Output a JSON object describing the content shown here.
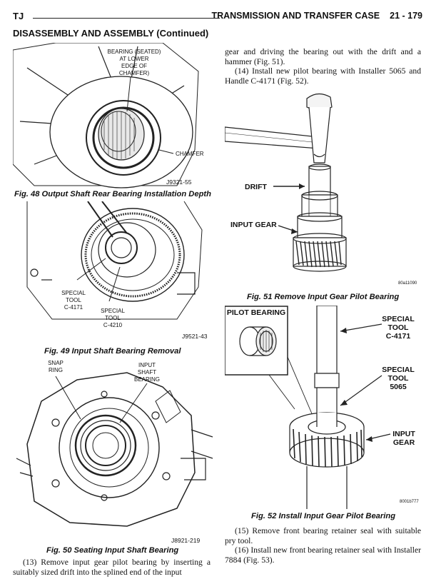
{
  "header": {
    "left": "TJ",
    "title": "TRANSMISSION AND TRANSFER CASE",
    "page": "21 - 179"
  },
  "section_title": "DISASSEMBLY AND ASSEMBLY (Continued)",
  "figures": {
    "fig48": {
      "caption": "Fig. 48 Output Shaft Rear Bearing Installation Depth",
      "label_bearing": [
        "BEARING (SEATED)",
        "AT LOWER",
        "EDGE OF",
        "CHAMFER)"
      ],
      "label_chamfer": "CHAMFER",
      "code": "J9321-55"
    },
    "fig49": {
      "caption": "Fig. 49 Input Shaft Bearing Removal",
      "label_tool1": [
        "SPECIAL",
        "TOOL",
        "C-4171"
      ],
      "label_tool2": [
        "SPECIAL",
        "TOOL",
        "C-4210"
      ],
      "code": "J9521-43"
    },
    "fig50": {
      "caption": "Fig. 50 Seating Input Shaft Bearing",
      "label_snap": [
        "SNAP",
        "RING"
      ],
      "label_input": [
        "INPUT",
        "SHAFT",
        "BEARING"
      ],
      "code": "J8921-219"
    },
    "fig51": {
      "caption": "Fig. 51 Remove Input Gear Pilot Bearing",
      "label_drift": "DRIFT",
      "label_gear": "INPUT GEAR",
      "code": "80a11090"
    },
    "fig52": {
      "caption": "Fig. 52 Install Input Gear Pilot Bearing",
      "label_pilot": "PILOT BEARING",
      "label_tool1": [
        "SPECIAL",
        "TOOL",
        "C-4171"
      ],
      "label_tool2": [
        "SPECIAL",
        "TOOL",
        "5065"
      ],
      "label_gear": [
        "INPUT",
        "GEAR"
      ],
      "code": "8001b777"
    }
  },
  "text": {
    "left_p13": "(13) Remove input gear pilot bearing by inserting a suitably sized drift into the splined end of the input",
    "right_top_cont": "gear and driving the bearing out with the drift and a hammer (Fig. 51).",
    "right_p14": "(14) Install new pilot bearing with Installer 5065 and Handle C-4171 (Fig. 52).",
    "right_p15": "(15) Remove front bearing retainer seal with suitable pry tool.",
    "right_p16": "(16) Install new front bearing retainer seal with Installer 7884 (Fig. 53)."
  }
}
